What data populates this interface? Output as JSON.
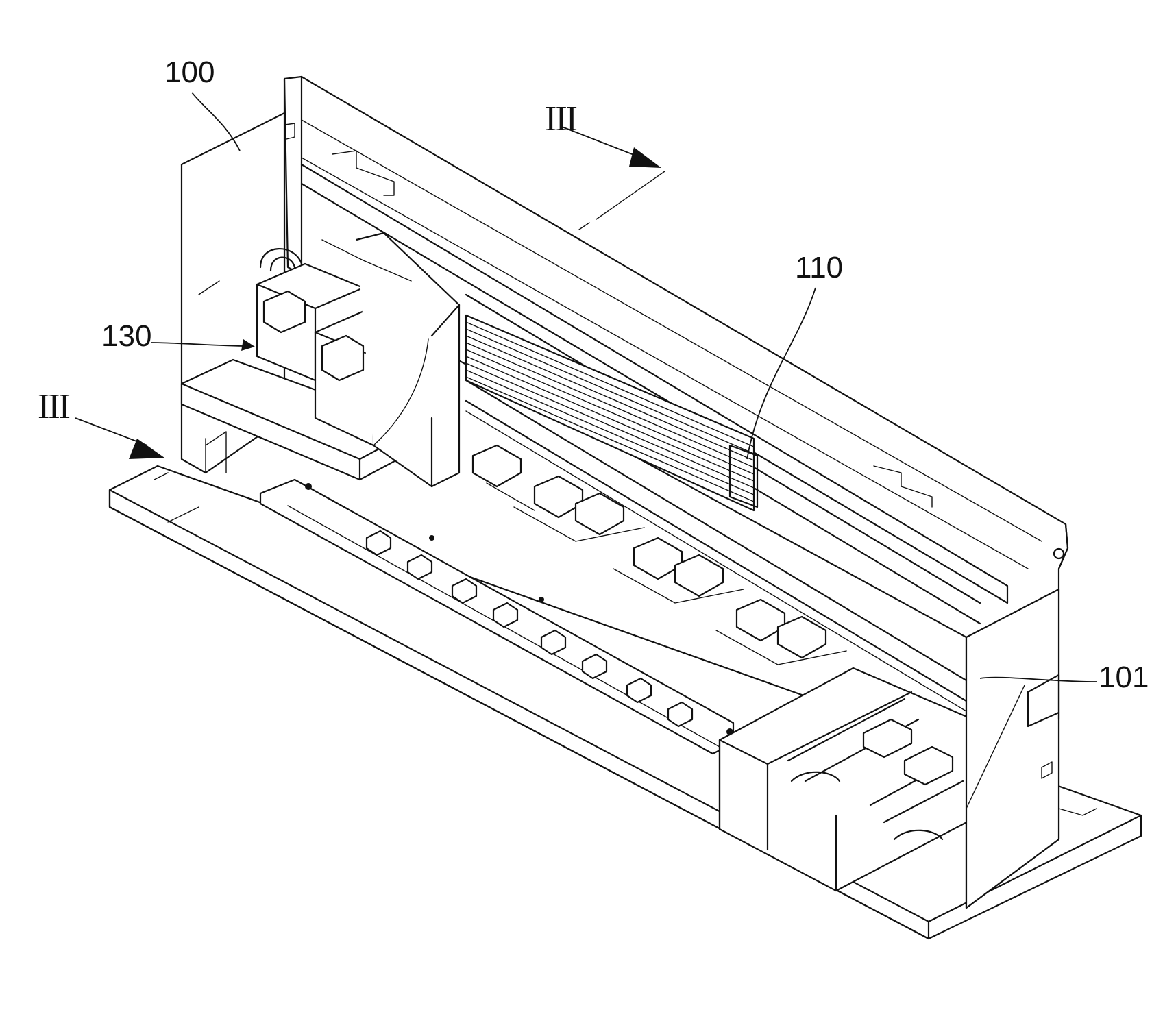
{
  "figure": {
    "reference_labels": {
      "housing": "100",
      "rail": "110",
      "carriage": "130",
      "bracket": "101"
    },
    "section_markers": {
      "upper": "III",
      "lower": "III"
    }
  }
}
